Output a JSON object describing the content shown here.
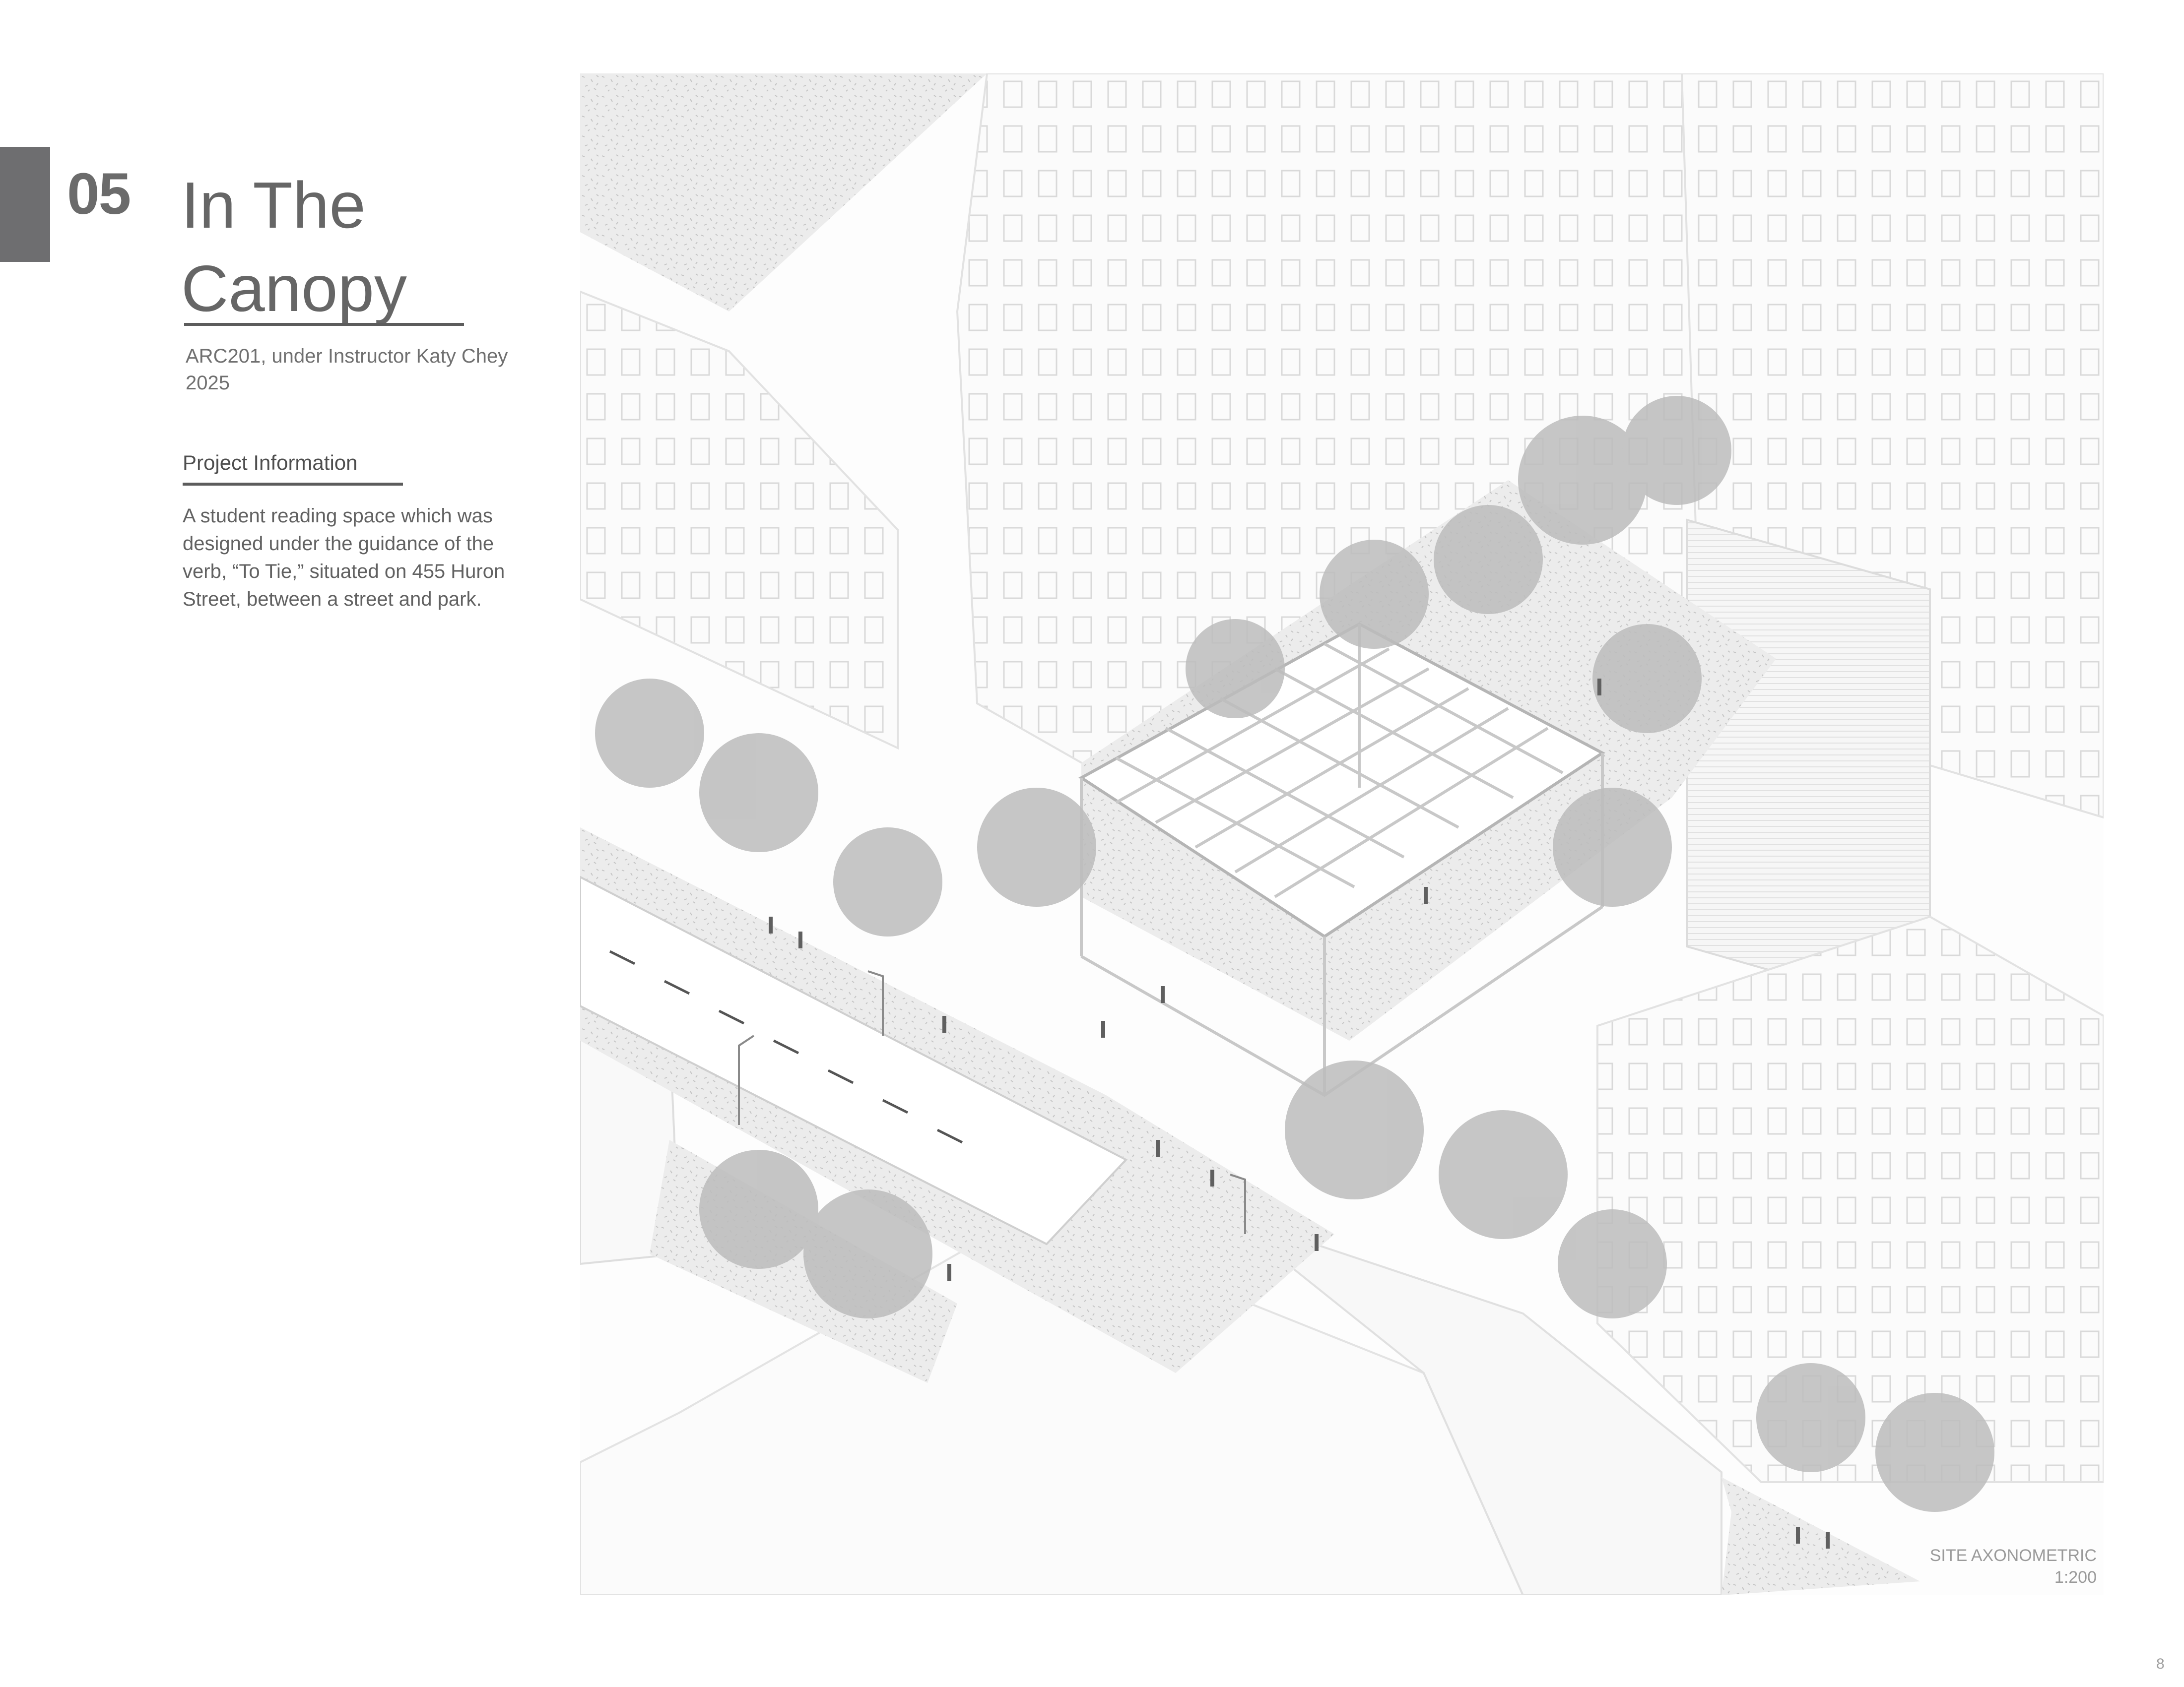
{
  "page": {
    "number": "05",
    "title_line1": "In The",
    "title_line2": "Canopy",
    "course": "ARC201, under Instructor Katy Chey",
    "year": "2025",
    "section_heading": "Project Information",
    "description": "A student reading space which was designed under the guidance of the verb, “To Tie,” situated on 455 Huron Street, between a street and park.",
    "page_number": "8"
  },
  "drawing": {
    "label_line1": "SITE AXONOMETRIC",
    "label_line2": "1:200"
  },
  "colors": {
    "accent_tab": "#6e6e70",
    "text_dark": "#666666",
    "tree_fill": "#bcbcbc",
    "paving": "#e9e9e9"
  }
}
